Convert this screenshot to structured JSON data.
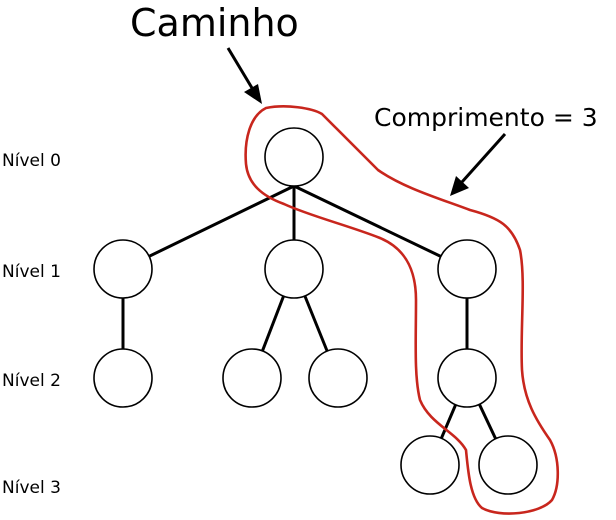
{
  "title": "Caminho",
  "length_label": "Comprimento = 3",
  "levels": [
    "Nível 0",
    "Nível 1",
    "Nível 2",
    "Nível 3"
  ],
  "colors": {
    "path_highlight": "#c8261d",
    "edge": "#000000",
    "node_fill": "#ffffff"
  },
  "tree": {
    "nodes": [
      {
        "id": "root",
        "level": 0
      },
      {
        "id": "a",
        "level": 1
      },
      {
        "id": "b",
        "level": 1
      },
      {
        "id": "c",
        "level": 1
      },
      {
        "id": "a1",
        "level": 2
      },
      {
        "id": "b1",
        "level": 2
      },
      {
        "id": "b2",
        "level": 2
      },
      {
        "id": "c1",
        "level": 2
      },
      {
        "id": "c1a",
        "level": 3
      },
      {
        "id": "c1b",
        "level": 3
      }
    ],
    "edges": [
      [
        "root",
        "a"
      ],
      [
        "root",
        "b"
      ],
      [
        "root",
        "c"
      ],
      [
        "a",
        "a1"
      ],
      [
        "b",
        "b1"
      ],
      [
        "b",
        "b2"
      ],
      [
        "c",
        "c1"
      ],
      [
        "c1",
        "c1a"
      ],
      [
        "c1",
        "c1b"
      ]
    ],
    "highlighted_path": [
      "root",
      "c",
      "c1",
      "c1b"
    ]
  }
}
